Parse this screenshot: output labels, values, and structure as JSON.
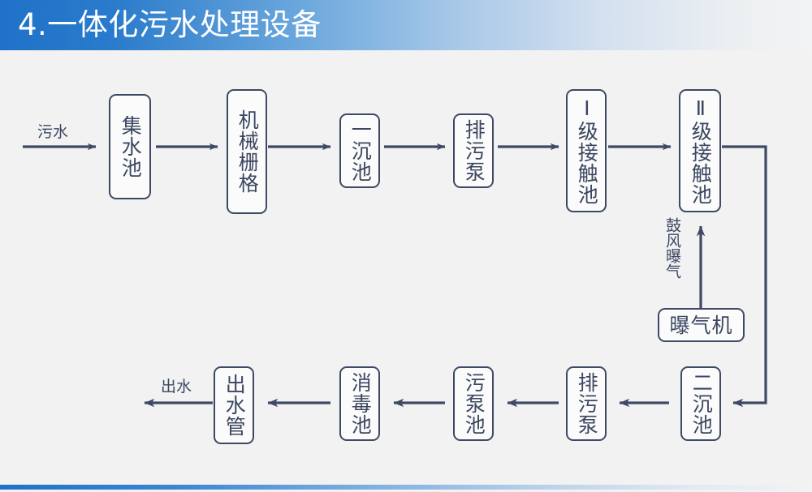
{
  "slide": {
    "title": "4.一体化污水处理设备",
    "title_color": "#ffffff",
    "accent_color": "#1f72c8",
    "background_color": "#f2f2f2",
    "node_border_color": "#3e4a63",
    "node_text_color": "#3b4761"
  },
  "diagram": {
    "type": "process-flow",
    "inlet_label": "污水",
    "outlet_label": "出水",
    "aeration_label": "鼓风曝气",
    "nodes": [
      {
        "id": "collection-tank",
        "label": "集水池",
        "orientation": "vertical",
        "row": "top"
      },
      {
        "id": "mechanical-grate",
        "label": "机械栅格",
        "orientation": "vertical",
        "row": "top"
      },
      {
        "id": "primary-settler",
        "label": "一沉池",
        "orientation": "vertical",
        "row": "top"
      },
      {
        "id": "sewage-pump-top",
        "label": "排污泵",
        "orientation": "vertical",
        "row": "top"
      },
      {
        "id": "contact-tank-1",
        "label": "Ⅰ级接触池",
        "orientation": "vertical",
        "row": "top"
      },
      {
        "id": "contact-tank-2",
        "label": "Ⅱ级接触池",
        "orientation": "vertical",
        "row": "top"
      },
      {
        "id": "aerator",
        "label": "曝气机",
        "orientation": "horizontal",
        "row": "middle"
      },
      {
        "id": "secondary-settler",
        "label": "二沉池",
        "orientation": "vertical",
        "row": "bottom"
      },
      {
        "id": "sewage-pump-bot",
        "label": "排污泵",
        "orientation": "vertical",
        "row": "bottom"
      },
      {
        "id": "sludge-pump-tank",
        "label": "污泵池",
        "orientation": "vertical",
        "row": "bottom"
      },
      {
        "id": "disinfection-tank",
        "label": "消毒池",
        "orientation": "vertical",
        "row": "bottom"
      },
      {
        "id": "outlet-pipe",
        "label": "出水管",
        "orientation": "vertical",
        "row": "bottom"
      }
    ]
  }
}
